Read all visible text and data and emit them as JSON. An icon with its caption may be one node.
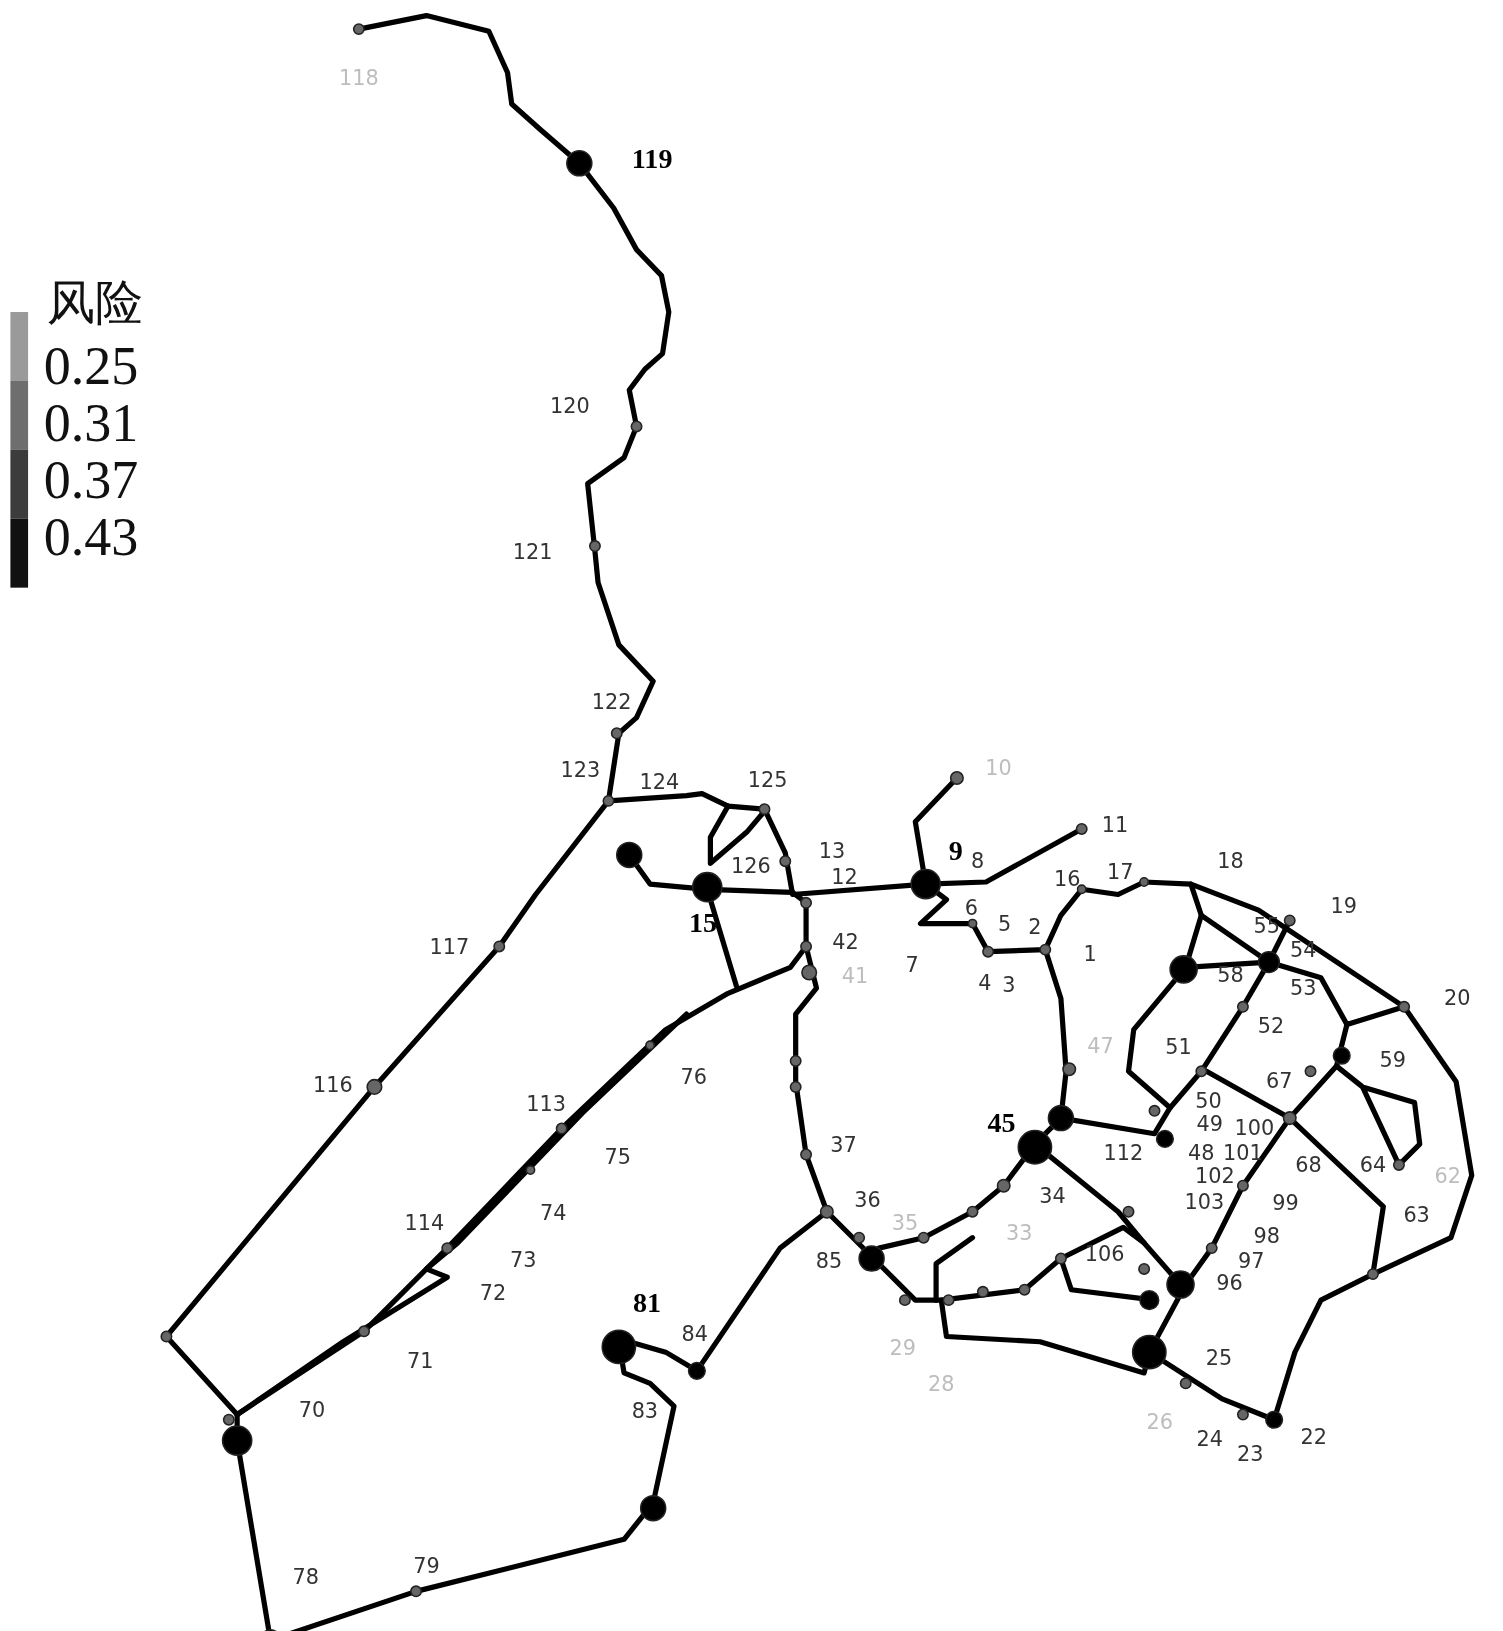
{
  "diagram": {
    "labels": [
      "风险",
      "118",
      "119",
      "120",
      "121",
      "122",
      "123",
      "124",
      "125",
      "13",
      "126",
      "12",
      "9",
      "8",
      "10",
      "11",
      "16",
      "17",
      "18",
      "19",
      "20",
      "6",
      "5",
      "2",
      "1",
      "7",
      "4",
      "3",
      "42",
      "41",
      "15",
      "117",
      "116",
      "113",
      "76",
      "75",
      "74",
      "114",
      "73",
      "72",
      "71",
      "70",
      "81",
      "84",
      "83",
      "78",
      "79",
      "37",
      "36",
      "85",
      "45",
      "47",
      "34",
      "112",
      "106",
      "51",
      "52",
      "58",
      "53",
      "54",
      "55",
      "59",
      "67",
      "50",
      "49",
      "100",
      "48",
      "101",
      "102",
      "103",
      "99",
      "98",
      "97",
      "96",
      "68",
      "64",
      "63",
      "62",
      "25",
      "22",
      "23",
      "24",
      "26",
      "29",
      "28",
      "35",
      "33"
    ],
    "legend": [
      {
        "text": "0.25",
        "color": "#9a9a9a"
      },
      {
        "text": "0.31",
        "color": "#6e6e6e"
      },
      {
        "text": "0.37",
        "color": "#3c3c3c"
      },
      {
        "text": "0.43",
        "color": "#111111"
      }
    ]
  }
}
